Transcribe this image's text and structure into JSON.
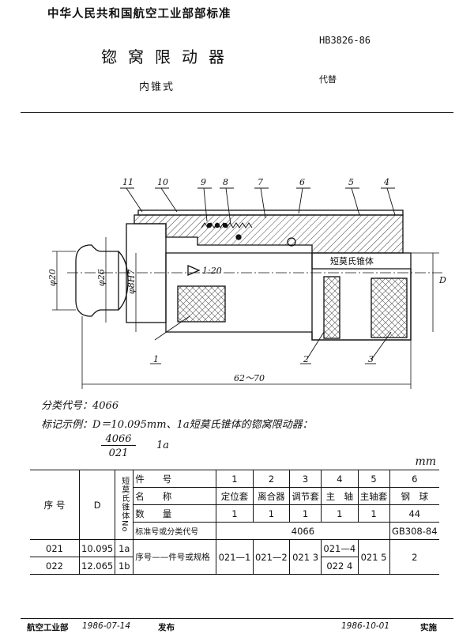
{
  "header": {
    "org": "中华人民共和国航空工业部部标准",
    "standard_no": "HB3826-86",
    "title": "锪窝限动器",
    "subtitle": "内锥式",
    "replace_tag": "代替"
  },
  "drawing": {
    "callouts": [
      "11",
      "10",
      "9",
      "8",
      "7",
      "6",
      "5",
      "4"
    ],
    "bottom_callouts": [
      "1",
      "2",
      "3"
    ],
    "dim_phi20": "φ20",
    "dim_phi26": "φ26",
    "dim_phi8h7": "φ8H7",
    "taper": "1:20",
    "taper_label": "短莫氏锥体",
    "dim_d": "D",
    "dim_length": "62～70"
  },
  "notes": {
    "class_code": "分类代号：4066",
    "example": "标记示例：D＝10.095mm、1a短莫氏锥体的锪窝限动器：",
    "frac_top": "4066",
    "frac_bottom": "021",
    "frac_suffix": "1a"
  },
  "table": {
    "unit": "mm",
    "col_seq": "序 号",
    "col_d": "D",
    "col_taper": "短莫氏锥体No",
    "row_part_no": "件　　号",
    "row_name": "名　　称",
    "row_qty": "数　　量",
    "row_std": "标准号或分类代号",
    "row_spec": "序号——件号或规格",
    "part_nos": [
      "1",
      "2",
      "3",
      "4",
      "5",
      "6"
    ],
    "part_names": [
      "定位套",
      "离合器",
      "调节套",
      "主　轴",
      "主轴套",
      "钢　球"
    ],
    "qtys": [
      "1",
      "1",
      "1",
      "1",
      "1",
      "44"
    ],
    "std_code": "4066",
    "std_ball": "GB308-84",
    "rows": [
      {
        "seq": "021",
        "d": "10.095",
        "taper": "1a",
        "p1": "021—1",
        "p2": "021—2",
        "p3": "021 3",
        "p4a": "021—4",
        "p4b": "022 4",
        "p5": "021 5",
        "p6": "2"
      },
      {
        "seq": "022",
        "d": "12.065",
        "taper": "1b"
      }
    ]
  },
  "footer": {
    "issuer": "航空工业部",
    "issue_date": "1986-07-14",
    "issue_word": "发布",
    "impl_date": "1986-10-01",
    "impl_word": "实施"
  }
}
